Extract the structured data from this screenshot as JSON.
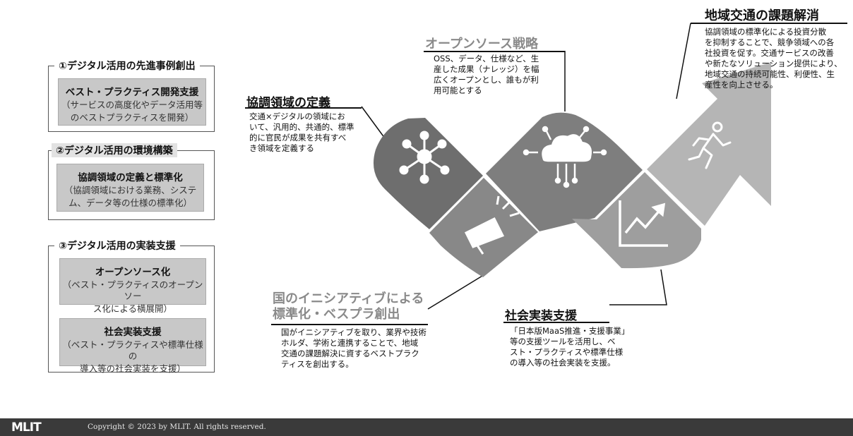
{
  "left_panel": {
    "sections": [
      {
        "title": "①デジタル活用の先進事例創出",
        "cards": [
          {
            "title": "ベスト・プラクティス開発支援",
            "lines": [
              "（サービスの高度化やデータ活用等",
              "のベストプラクティスを開発）"
            ]
          }
        ]
      },
      {
        "title": "②デジタル活用の環境構築",
        "cards": [
          {
            "title": "協調領域の定義と標準化",
            "lines": [
              "（協調領域における業務、システ",
              "ム、データ等の仕様の標準化）"
            ]
          }
        ]
      },
      {
        "title": "③デジタル活用の実装支援",
        "cards": [
          {
            "title": "オープンソース化",
            "lines": [
              "（ベスト・プラクティスのオープンソー",
              "ス化による横展開）"
            ]
          },
          {
            "title": "社会実装支援",
            "lines": [
              "（ベスト・プラクティスや標準仕様の",
              "導入等の社会実装を支援）"
            ]
          }
        ]
      }
    ]
  },
  "diagram": {
    "kyocho": {
      "title": "協調領域の定義",
      "lines": [
        "交通×デジタルの領域にお",
        "いて、汎用的、共通的、標準",
        "的に官民が成果を共有すべ",
        "き領域を定義する"
      ]
    },
    "opensource": {
      "title": "オープンソース戦略",
      "lines": [
        "OSS、データ、仕様など、生",
        "産した成果（ナレッジ）を幅",
        "広くオープンとし、誰もが利",
        "用可能とする"
      ]
    },
    "goal": {
      "title": "地域交通の課題解消",
      "lines": [
        "協調領域の標準化による投資分散",
        "を抑制することで、競争領域への各",
        "社投資を促す。交通サービスの改善",
        "や新たなソリューション提供により、",
        "地域交通の持続可能性、利便性、生",
        "産性を向上させる。"
      ]
    },
    "initiative": {
      "title_lines": [
        "国のイニシアティブによる",
        "標準化・ベスプラ創出"
      ],
      "lines": [
        "国がイニシアティブを取り、業界や技術",
        "ホルダ、学術と連携することで、地域",
        "交通の課題解決に資するベストプラク",
        "ティスを創出する。"
      ]
    },
    "social": {
      "title": "社会実装支援",
      "lines": [
        "「日本版MaaS推進・支援事業」",
        "等の支援ツールを活用し、ベ",
        "スト・プラクティスや標準仕様",
        "の導入等の社会実装を支援。"
      ]
    },
    "icons": [
      "network-hub-icon",
      "megaphone-icon",
      "cloud-network-icon",
      "growth-chart-icon",
      "runner-icon"
    ],
    "colors": {
      "dark": "#6e6e6e",
      "mid": "#888888",
      "light": "#a6a6a6",
      "lighter": "#bdbdbd"
    }
  },
  "footer": {
    "logo": "MLIT",
    "copyright": "Copyright © 2023 by MLIT. All rights reserved."
  }
}
